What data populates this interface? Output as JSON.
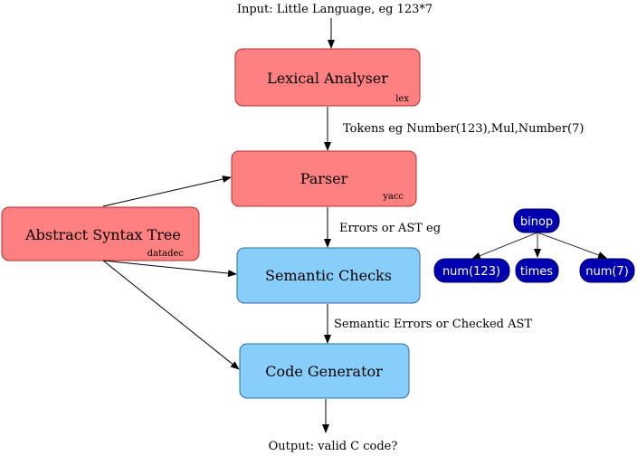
{
  "input_label": "Input: Little Language, eg 123*7",
  "output_label": "Output: valid C code?",
  "stages": {
    "lexer": {
      "label": "Lexical Analyser",
      "tool": "lex"
    },
    "parser": {
      "label": "Parser",
      "tool": "yacc"
    },
    "ast": {
      "label": "Abstract Syntax Tree",
      "tool": "datadec"
    },
    "semantic": {
      "label": "Semantic Checks"
    },
    "codegen": {
      "label": "Code Generator"
    }
  },
  "edges": {
    "lexer_to_parser": "Tokens eg Number(123),Mul,Number(7)",
    "parser_to_semantic": "Errors or AST eg",
    "semantic_to_codegen": "Semantic Errors or Checked AST"
  },
  "ast_example": {
    "root": "binop",
    "children": [
      "num(123)",
      "times",
      "num(7)"
    ]
  },
  "colors": {
    "red_box_fill": "#ff8080",
    "red_box_stroke": "#b03030",
    "blue_box_fill": "#87cefa",
    "blue_box_stroke": "#2a6fa8",
    "node_fill": "#0000b0",
    "node_stroke": "#000060"
  }
}
